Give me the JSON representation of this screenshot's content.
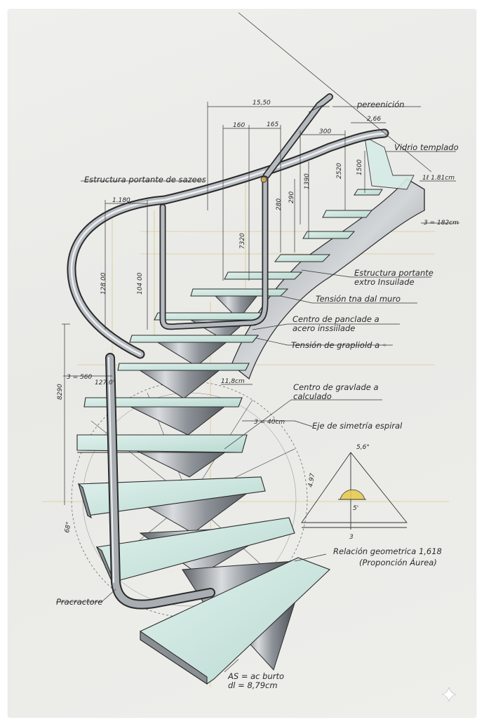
{
  "labels": {
    "perecnicion": "pereenición",
    "vidrio": "Vidrio templado",
    "estructura_top": "Estructura portante de sazees",
    "estructura_ext_1": "Estructura portante",
    "estructura_ext_2": "extro Insuilade",
    "tension_muro": "Tensión tna dal muro",
    "centro_panclade_1": "Centro de panclade a",
    "centro_panclade_2": "acero inssiilade",
    "tension_grapliold": "Tensión de grapliold a ◦",
    "centro_gravlade_1": "Centro de gravlade a",
    "centro_gravlade_2": "calculado",
    "eje_simetria": "Eje de simetría espiral",
    "relacion_1": "Relación geometrica 1,618",
    "relacion_2": "(Proponción Áurea)",
    "pracractore": "Pracractore",
    "as_1": "AS = ac burto",
    "as_2": "dl = 8,79cm"
  },
  "dimensions": {
    "d1550": "15,50",
    "d160": "160",
    "d165": "165",
    "d300": "300",
    "d266": "2,66",
    "d1181": "1ℓ 1.81cm",
    "d182": "3 = 182cm",
    "d1180": "1.180",
    "d1500": "1500",
    "d2520": "2520",
    "d1390": "1390",
    "d290": "290",
    "d280": "280",
    "d7320": "7320",
    "d12800": "128 00",
    "d10400": "104 00",
    "d8290": "8290",
    "d_s": "3 = 560",
    "d_deg": "127.0°",
    "d118": "11,8cm",
    "d40": "3 = 40cm",
    "d56": "5,6°",
    "d5": "5'",
    "d3": "3",
    "d497": "4.97",
    "d68": "68°"
  },
  "colors": {
    "paper": "#ececea",
    "ink": "#2a2a2a",
    "steel": "#9aa0a6",
    "glass": "#c9e3dc",
    "guide": "#d9c57a"
  }
}
